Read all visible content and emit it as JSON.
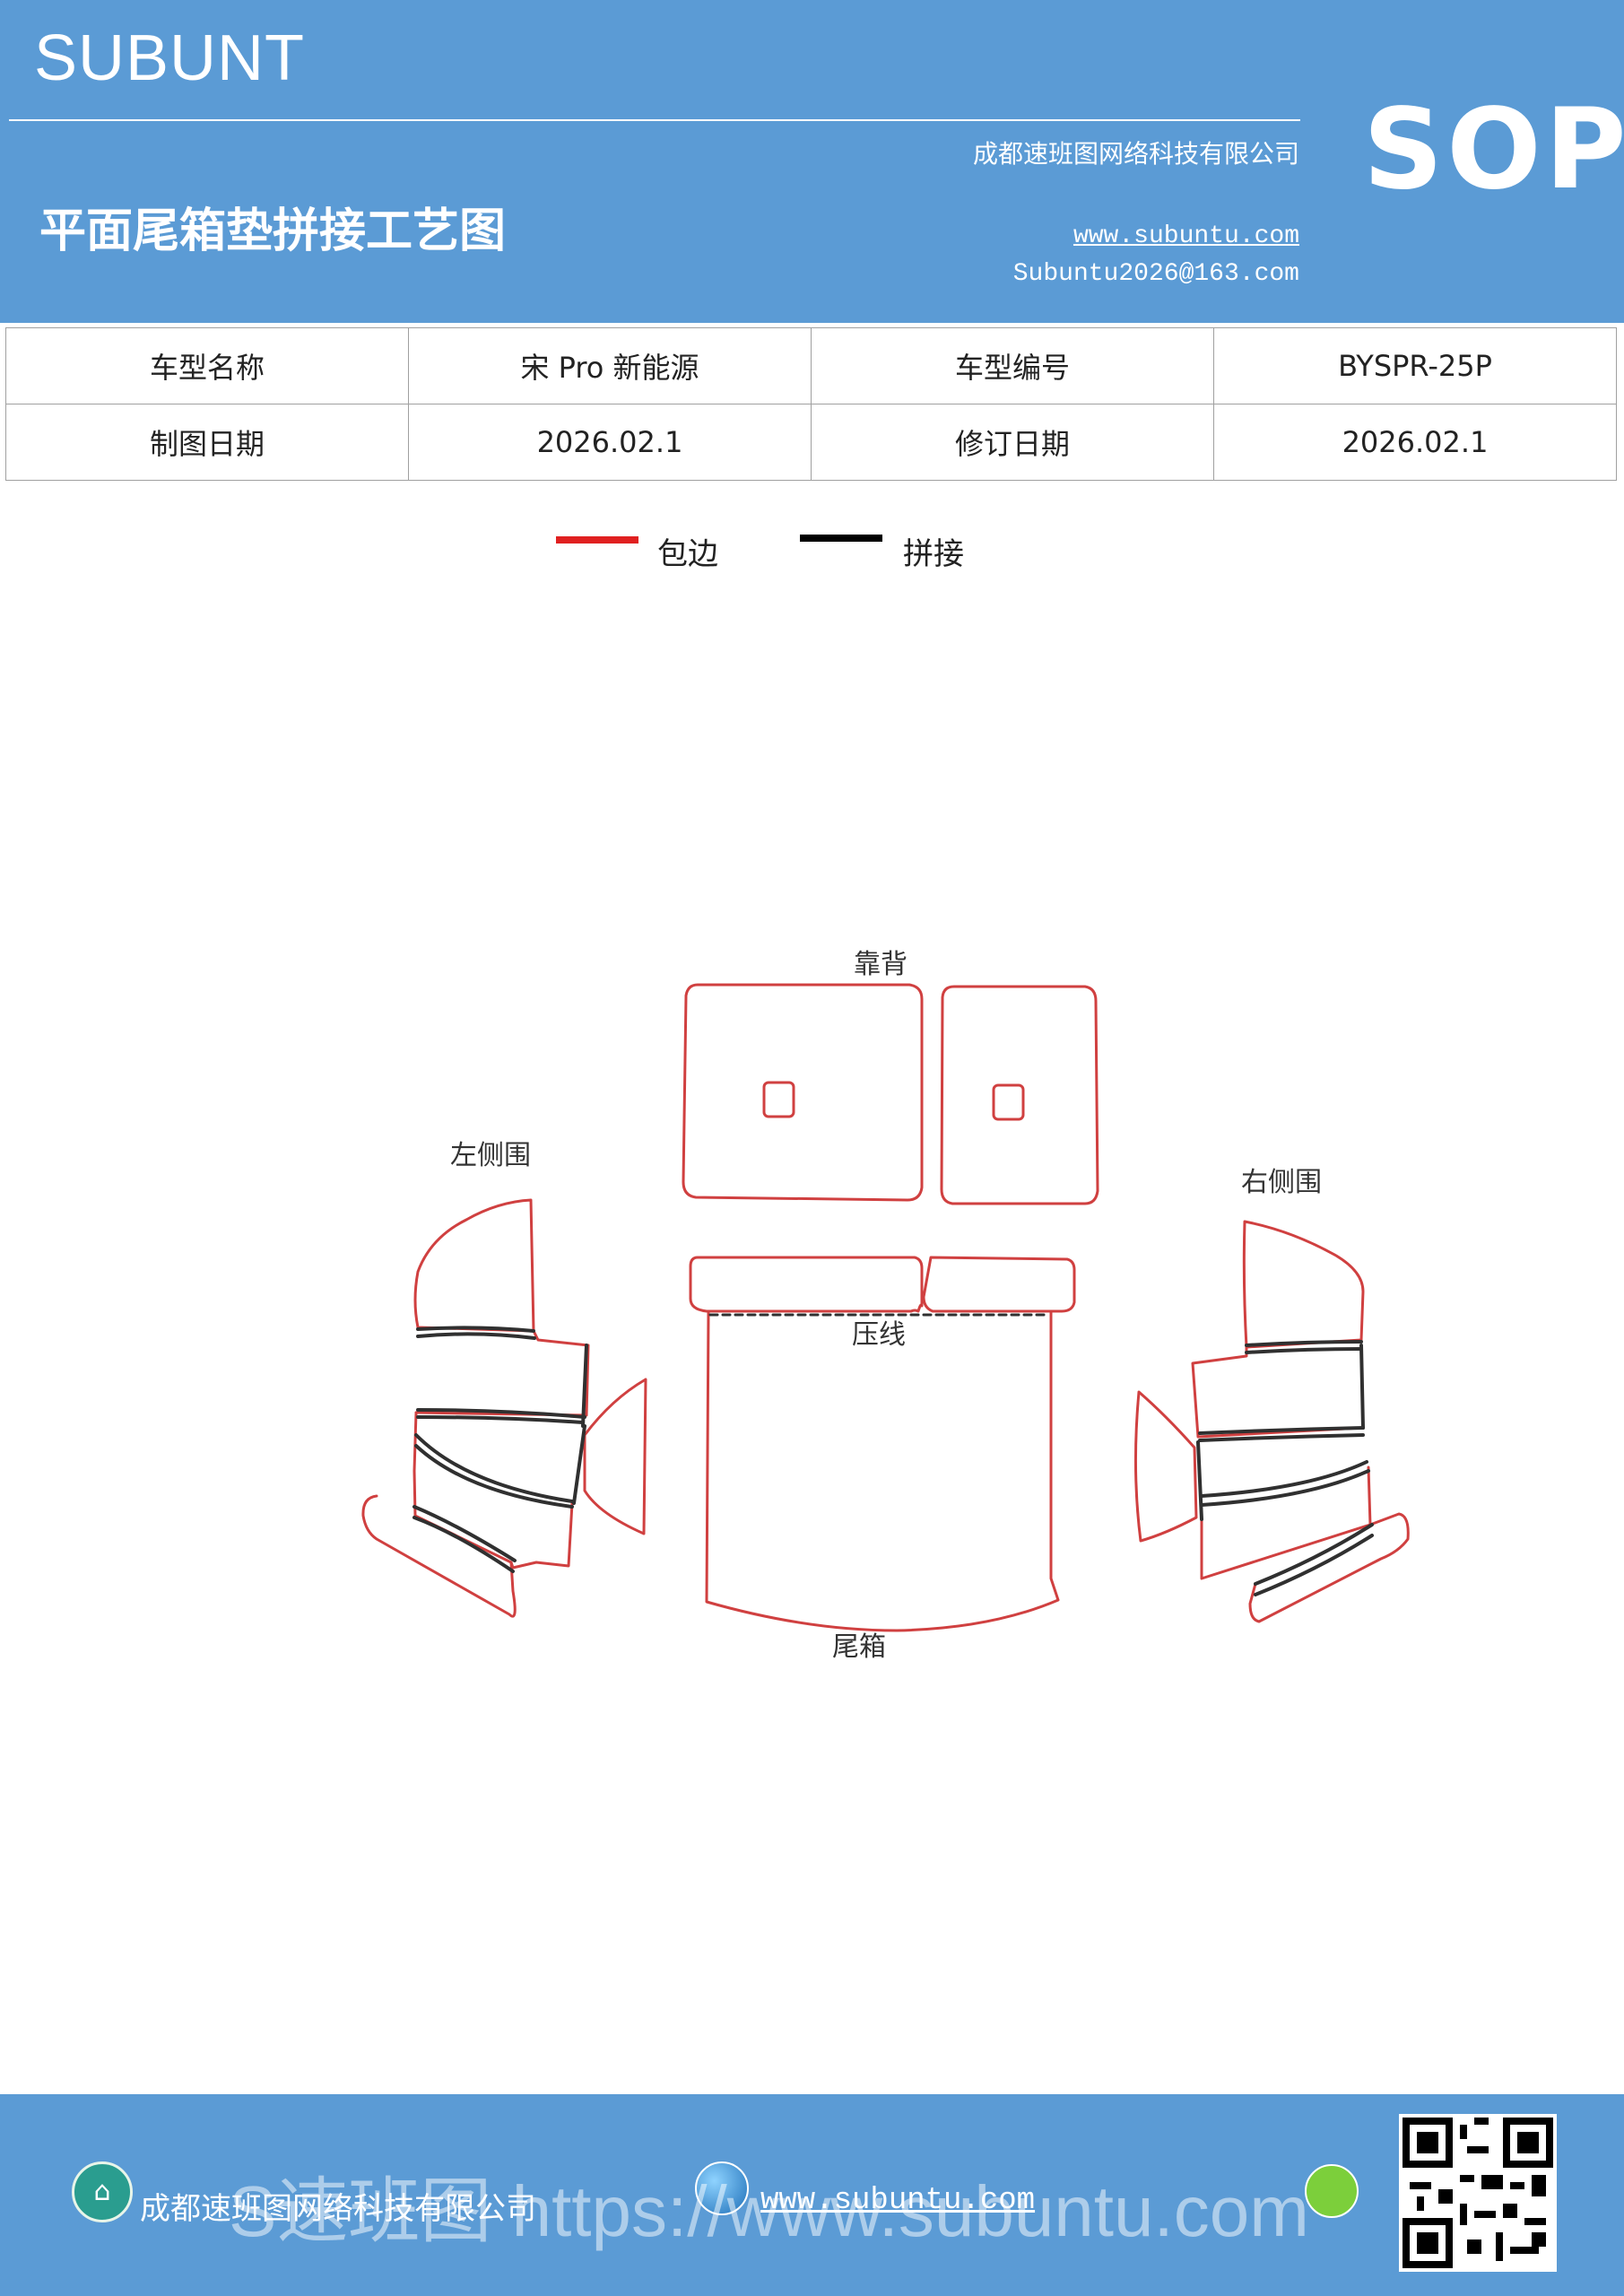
{
  "header": {
    "brand": "SUBUNT",
    "sop": "SOP",
    "company": "成都速班图网络科技有限公司",
    "title": "平面尾箱垫拼接工艺图",
    "website": "www.subuntu.com",
    "email": "Subuntu2026@163.com"
  },
  "info_table": {
    "model_name_label": "车型名称",
    "model_name_value": "宋 Pro 新能源",
    "model_code_label": "车型编号",
    "model_code_value": "BYSPR-25P",
    "draw_date_label": "制图日期",
    "draw_date_value": "2026.02.1",
    "revise_date_label": "修订日期",
    "revise_date_value": "2026.02.1"
  },
  "legend": {
    "edge_label": "包边",
    "edge_color": "#e02020",
    "splice_label": "拼接",
    "splice_color": "#000000"
  },
  "diagram": {
    "backrest_label": "靠背",
    "left_side_label": "左侧围",
    "right_side_label": "右侧围",
    "press_line_label": "压线",
    "trunk_label": "尾箱",
    "outline_color": "#d04040",
    "seam_color": "#303030"
  },
  "footer": {
    "company": "成都速班图网络科技有限公司",
    "website": "www.subuntu.com",
    "watermark": "S速班图 https://www.subuntu.com"
  }
}
